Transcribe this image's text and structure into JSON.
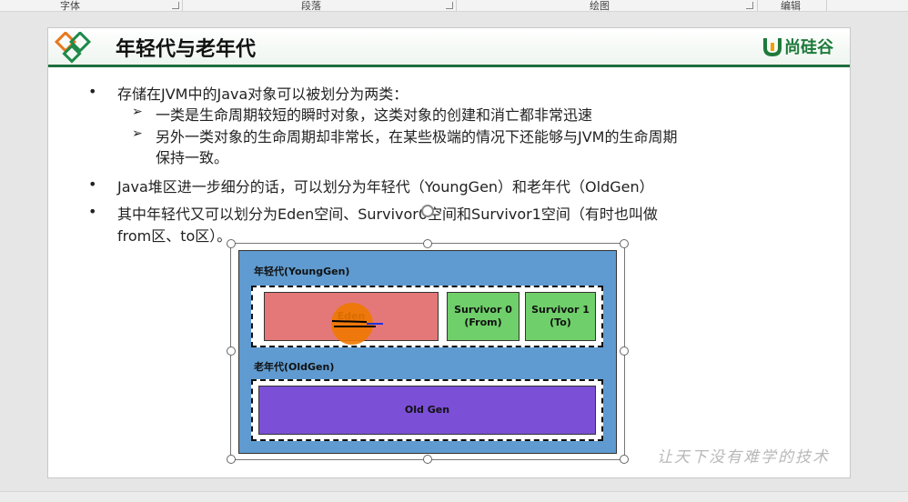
{
  "ribbon": {
    "groups": [
      "字体",
      "段落",
      "绘图",
      "编辑"
    ]
  },
  "slide": {
    "title": "年轻代与老年代",
    "brand": "尚硅谷",
    "bullets": [
      {
        "text": "存储在JVM中的Java对象可以被划分为两类：",
        "subs": [
          "一类是生命周期较短的瞬时对象，这类对象的创建和消亡都非常迅速",
          "另外一类对象的生命周期却非常长，在某些极端的情况下还能够与JVM的生命周期",
          "保持一致。"
        ]
      },
      {
        "text": "Java堆区进一步细分的话，可以划分为年轻代（YoungGen）和老年代（OldGen）"
      },
      {
        "text_line1": "其中年轻代又可以划分为Eden空间、Survivor0空间和Survivor1空间（有时也叫做",
        "text_line2": "from区、to区）。"
      }
    ],
    "diagram": {
      "young_label": "年轻代(YoungGen)",
      "old_label": "老年代(OldGen)",
      "eden": "Eden",
      "survivor0_line1": "Survivor 0",
      "survivor0_line2": "(From)",
      "survivor1_line1": "Survivor 1",
      "survivor1_line2": "(To)",
      "old_gen": "Old Gen"
    },
    "watermark": "让天下没有难学的技术"
  },
  "colors": {
    "title_rule": "#1e6e3e",
    "diagram_bg": "#5f9bd0",
    "eden": "#e47878",
    "survivor": "#6fcf6a",
    "old_gen": "#7b4fd6",
    "pointer": "#f07800"
  }
}
